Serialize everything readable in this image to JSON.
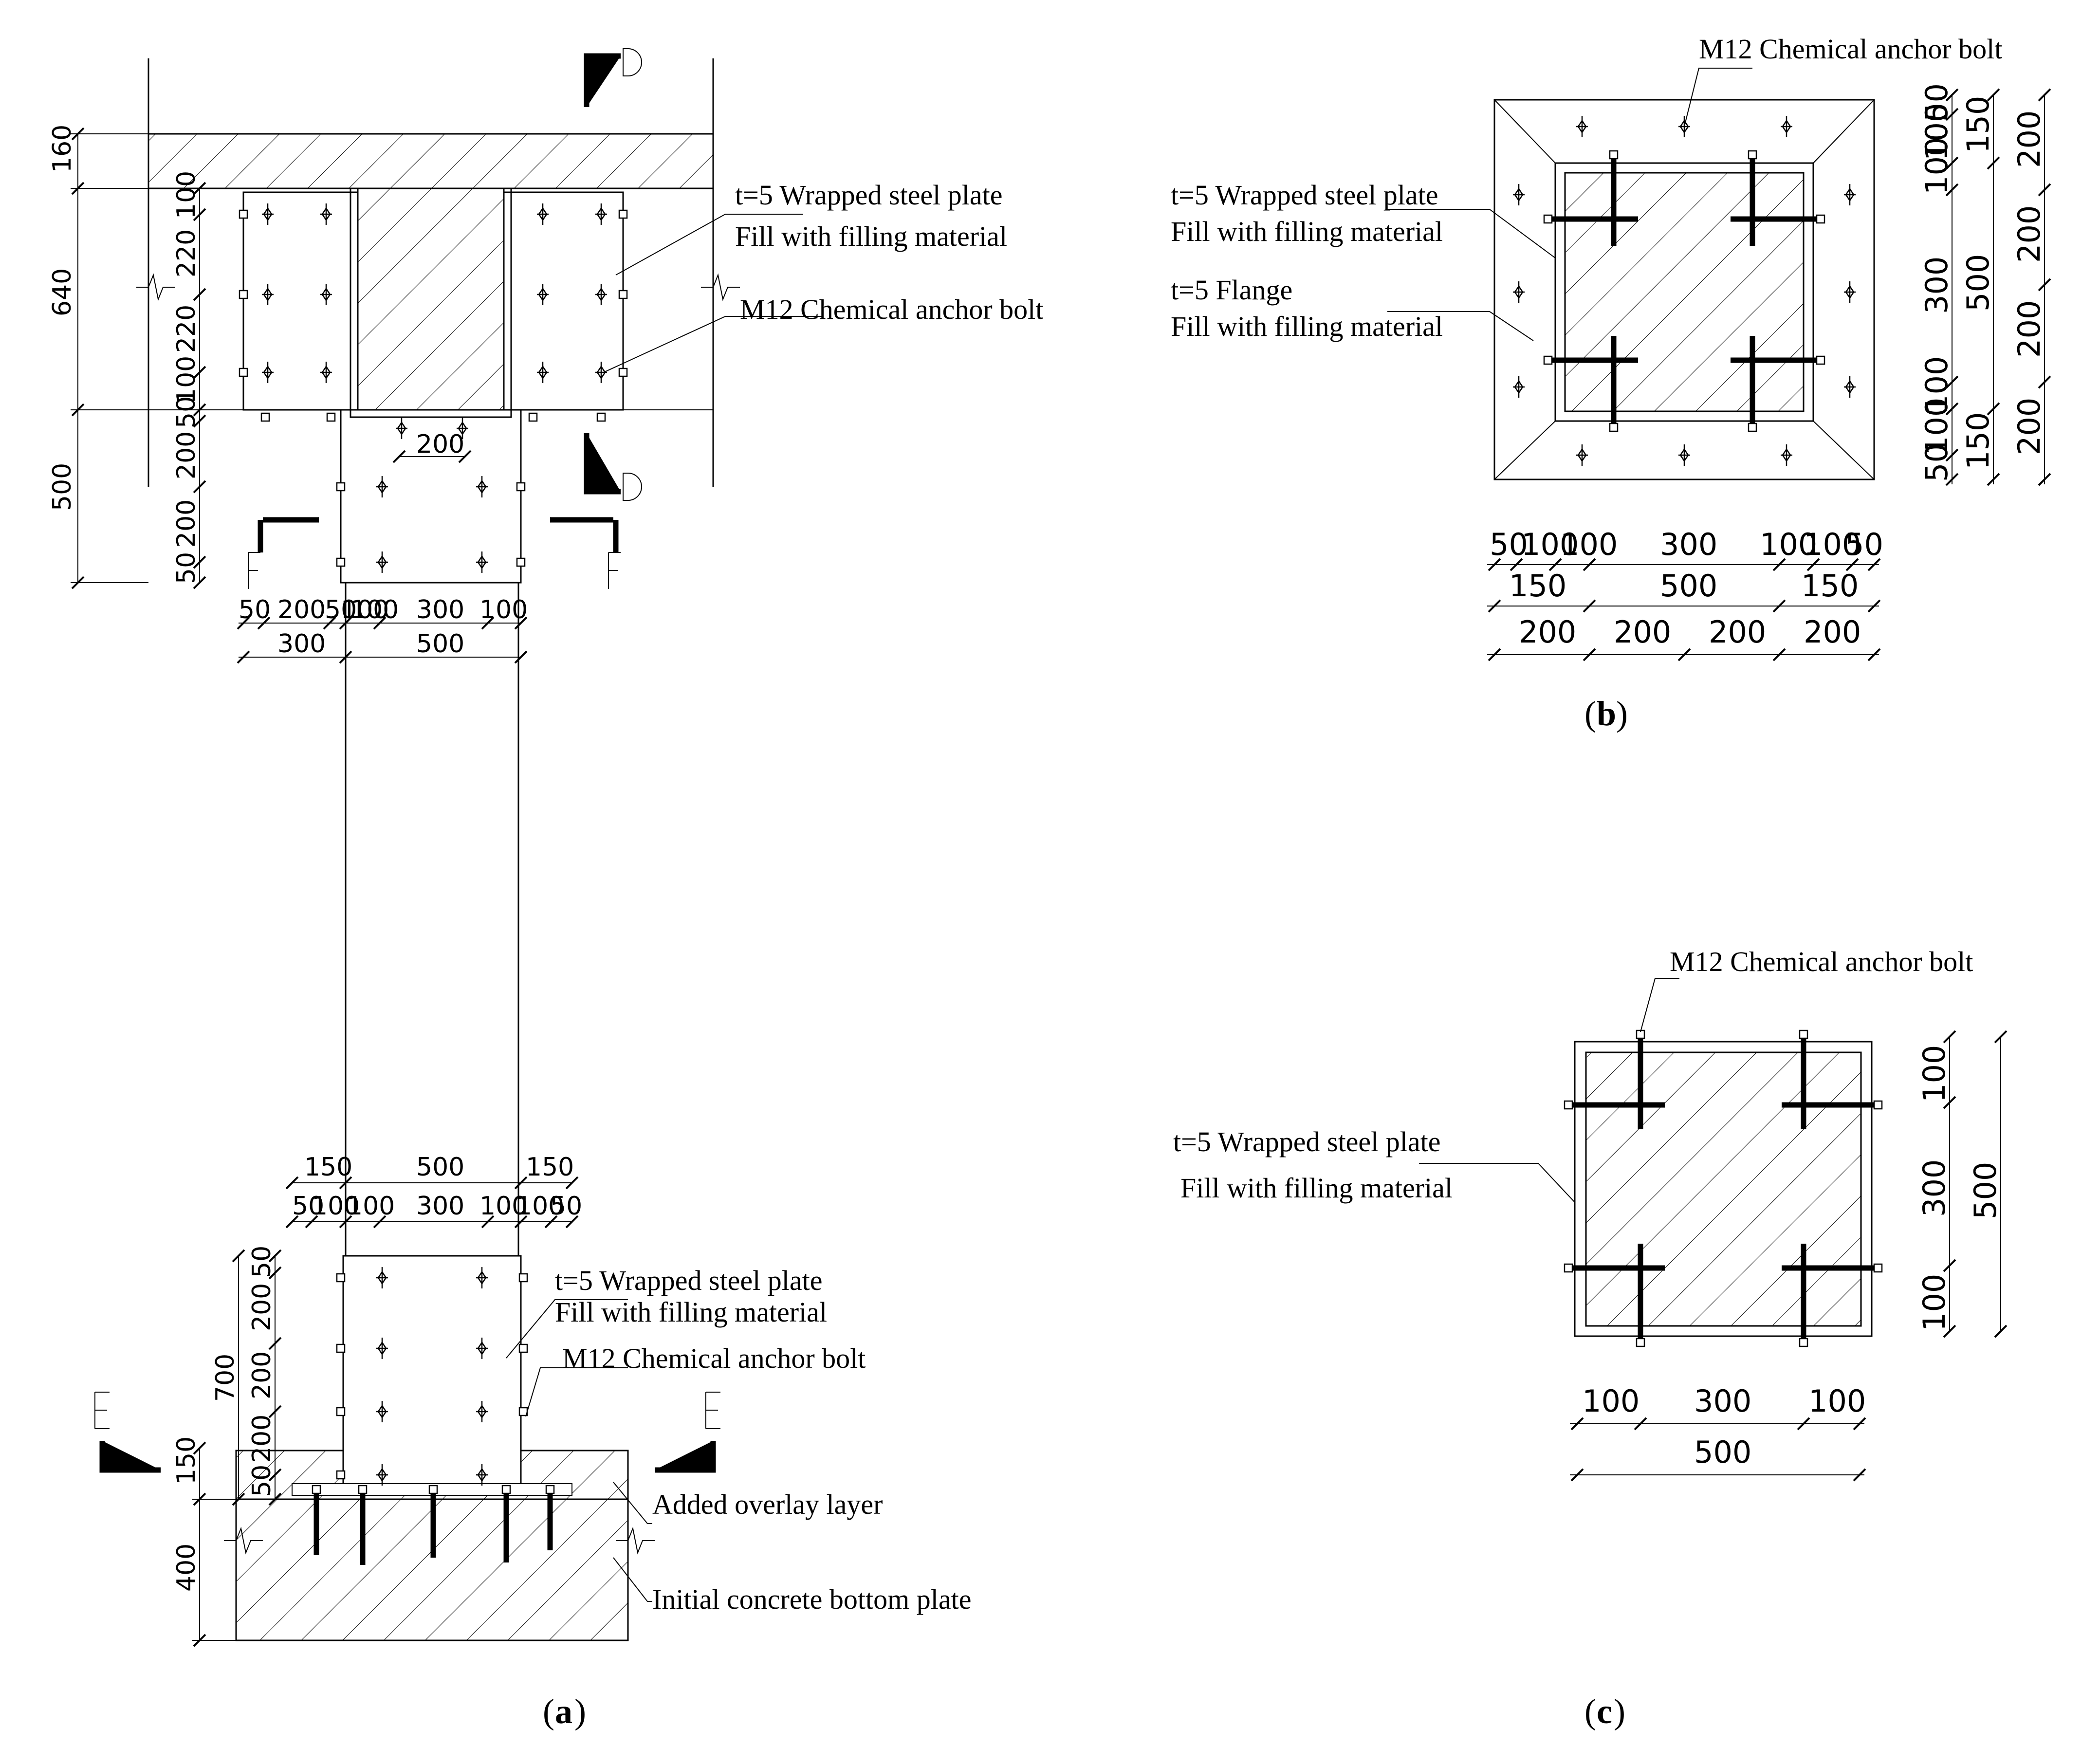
{
  "panel_a": {
    "caption_open": "(",
    "caption_letter": "a",
    "caption_close": ")",
    "notes": {
      "plate_top": "t=5 Wrapped steel plate",
      "fill_top": "Fill with filling material",
      "bolt_top": "M12 Chemical anchor bolt",
      "plate_bottom": "t=5 Wrapped steel plate",
      "fill_bottom": "Fill with filling material",
      "bolt_bottom": "M12 Chemical anchor bolt",
      "overlay": "Added overlay layer",
      "base": "Initial concrete bottom plate"
    },
    "section_marks": {
      "d1": "D",
      "d2": "D",
      "f1": "F",
      "f2": "F",
      "e1": "E",
      "e2": "E"
    },
    "dims_top_left": [
      "160",
      "640",
      "500",
      "100",
      "220",
      "220",
      "100",
      "50",
      "200",
      "200",
      "50"
    ],
    "dims_top_bottom_row1": [
      "50",
      "200",
      "50",
      "100",
      "100",
      "300",
      "100"
    ],
    "dims_top_bottom_row2": [
      "300",
      "500"
    ],
    "dim_inner": "200",
    "dims_bottom_top_row1": [
      "150",
      "500",
      "150"
    ],
    "dims_bottom_top_row2": [
      "50",
      "100",
      "100",
      "300",
      "100",
      "100",
      "50"
    ],
    "dims_bottom_left": [
      "700",
      "150",
      "400",
      "50",
      "200",
      "200",
      "200",
      "50"
    ]
  },
  "panel_b": {
    "caption_open": "(",
    "caption_letter": "b",
    "caption_close": ")",
    "notes": {
      "bolt": "M12 Chemical anchor bolt",
      "plate": "t=5 Wrapped steel plate",
      "plate_fill": "Fill with filling material",
      "flange": "t=5 Flange",
      "flange_fill": "Fill with filling material"
    },
    "dims_bottom_row1": [
      "50",
      "100",
      "100",
      "300",
      "100",
      "100",
      "50"
    ],
    "dims_bottom_row2": [
      "150",
      "500",
      "150"
    ],
    "dims_bottom_row3": [
      "200",
      "200",
      "200",
      "200"
    ],
    "dims_right_col1": [
      "50",
      "100",
      "100",
      "300",
      "100",
      "100",
      "50"
    ],
    "dims_right_col2": [
      "150",
      "500",
      "150"
    ],
    "dims_right_col3": [
      "200",
      "200",
      "200",
      "200"
    ]
  },
  "panel_c": {
    "caption_open": "(",
    "caption_letter": "c",
    "caption_close": ")",
    "notes": {
      "bolt": "M12 Chemical anchor bolt",
      "plate": "t=5 Wrapped steel plate",
      "fill": "Fill with filling material"
    },
    "dims_bottom_row1": [
      "100",
      "300",
      "100"
    ],
    "dims_bottom_row2": [
      "500"
    ],
    "dims_right_col1": [
      "100",
      "300",
      "100"
    ],
    "dims_right_col2": [
      "500"
    ]
  }
}
